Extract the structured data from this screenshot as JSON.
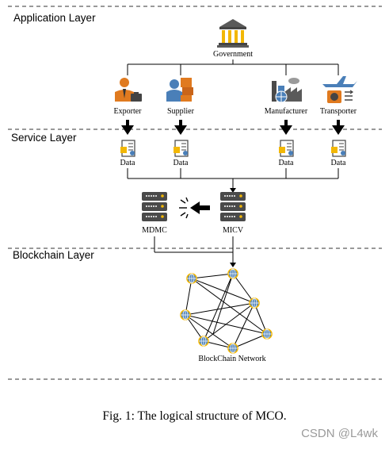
{
  "layers": {
    "application": "Application Layer",
    "service": "Service Layer",
    "blockchain": "Blockchain Layer"
  },
  "nodes": {
    "government": "Government",
    "exporter": "Exporter",
    "supplier": "Supplier",
    "manufacturer": "Manufacturer",
    "transporter": "Transporter",
    "data": "Data",
    "mdmc": "MDMC",
    "micv": "MICV",
    "network": "BlockChain Network"
  },
  "caption": "Fig. 1: The logical structure of MCO.",
  "watermark": "CSDN @L4wk",
  "icons": {
    "government": "government-building-icon",
    "exporter": "businessman-icon",
    "supplier": "delivery-worker-icon",
    "manufacturer": "factory-icon",
    "transporter": "airplane-cargo-icon",
    "data": "data-document-icon",
    "server": "server-rack-icon",
    "node": "globe-node-icon",
    "blocked": "blocked-arrow-icon"
  },
  "colors": {
    "line": "#000000",
    "dashed": "#333333",
    "icon_dark": "#4a4a4a",
    "icon_yellow": "#f2b705",
    "icon_blue": "#4a7fb8",
    "icon_orange": "#e07a1f",
    "watermark": "#9a9a9a"
  }
}
